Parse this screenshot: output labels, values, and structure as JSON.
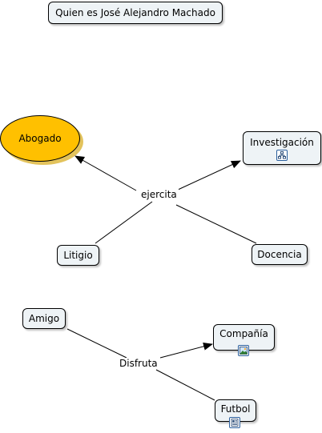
{
  "title": "Quien es José Alejandro Machado",
  "nodes": {
    "abogado": "Abogado",
    "investigacion": "Investigación",
    "litigio": "Litigio",
    "docencia": "Docencia",
    "amigo": "Amigo",
    "compania": "Compañía",
    "futbol": "Futbol"
  },
  "linking_phrases": {
    "ejercita": "ejercita",
    "disfruta": "Disfruta"
  },
  "resource_icons": {
    "investigacion": "concept-map-icon",
    "compania": "image-icon",
    "futbol": "document-icon"
  },
  "colors": {
    "node_fill": "#eef3f6",
    "highlight_fill": "#ffc000",
    "line": "#000000"
  }
}
